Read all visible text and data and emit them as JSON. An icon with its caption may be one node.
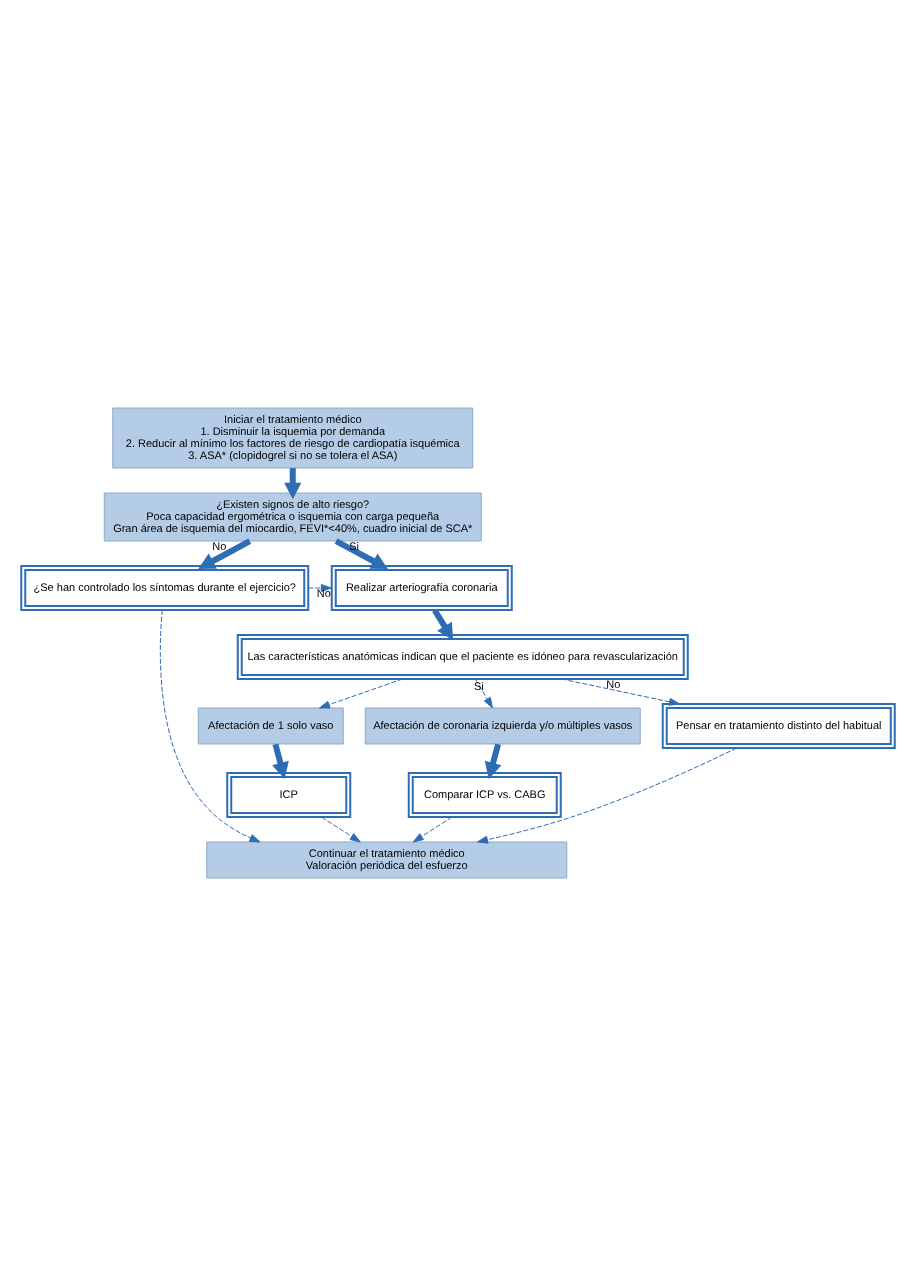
{
  "diagram": {
    "nodes": [
      {
        "text": [
          "Iniciar el tratamiento médico",
          "1. Disminuir la isquemia por demanda",
          "2. Reducir al mínimo los factores de riesgo de cardiopatía isquémica",
          "3. ASA* (clopidogrel si no se tolera el ASA)"
        ]
      },
      {
        "text": [
          "¿Existen signos de alto riesgo?",
          "Poca capacidad ergométrica o isquemia con carga pequeña",
          "Gran área de isquemia del miocardio, FEVI*<40%, cuadro inicial de SCA*"
        ]
      },
      {
        "text": [
          "¿Se han controlado los síntomas durante el ejercicio?"
        ]
      },
      {
        "text": [
          "Realizar arteriografía coronaria"
        ]
      },
      {
        "text": [
          "Las características anatómicas indican que el paciente es idóneo para revascularización"
        ]
      },
      {
        "text": [
          "Afectación de 1 solo vaso"
        ]
      },
      {
        "text": [
          "Afectación de coronaria izquierda y/o múltiples vasos"
        ]
      },
      {
        "text": [
          "Pensar en tratamiento distinto del habitual"
        ]
      },
      {
        "text": [
          "ICP"
        ]
      },
      {
        "text": [
          "Comparar ICP vs. CABG"
        ]
      },
      {
        "text": [
          "Continuar el tratamiento médico",
          "Valoración periódica del esfuerzo"
        ]
      }
    ],
    "edges": [
      {
        "from": 0,
        "to": 1,
        "arrow": "to",
        "style": "thick"
      },
      {
        "from": 1,
        "to": 2,
        "arrow": "to",
        "style": "thick",
        "label": "No"
      },
      {
        "from": 1,
        "to": 3,
        "arrow": "to",
        "style": "thick",
        "label": "Si"
      },
      {
        "from": 2,
        "to": 3,
        "arrow": "to",
        "style": "dashed",
        "label": "No"
      },
      {
        "from": 3,
        "to": 4,
        "arrow": "to",
        "style": "thick"
      },
      {
        "from": 4,
        "to": 5,
        "arrow": "to",
        "style": "dashed"
      },
      {
        "from": 4,
        "to": 6,
        "arrow": "to",
        "style": "dashed",
        "label": "Si"
      },
      {
        "from": 4,
        "to": 7,
        "arrow": "to",
        "style": "dashed",
        "label": "No"
      },
      {
        "from": 5,
        "to": 8,
        "arrow": "to",
        "style": "thick"
      },
      {
        "from": 6,
        "to": 9,
        "arrow": "to",
        "style": "thick"
      },
      {
        "from": 2,
        "to": 10,
        "arrow": "to",
        "style": "dashed"
      },
      {
        "from": 8,
        "to": 10,
        "arrow": "to",
        "style": "dashed"
      },
      {
        "from": 9,
        "to": 10,
        "arrow": "to",
        "style": "dashed"
      },
      {
        "from": 7,
        "to": 10,
        "arrow": "to",
        "style": "dashed"
      }
    ]
  }
}
